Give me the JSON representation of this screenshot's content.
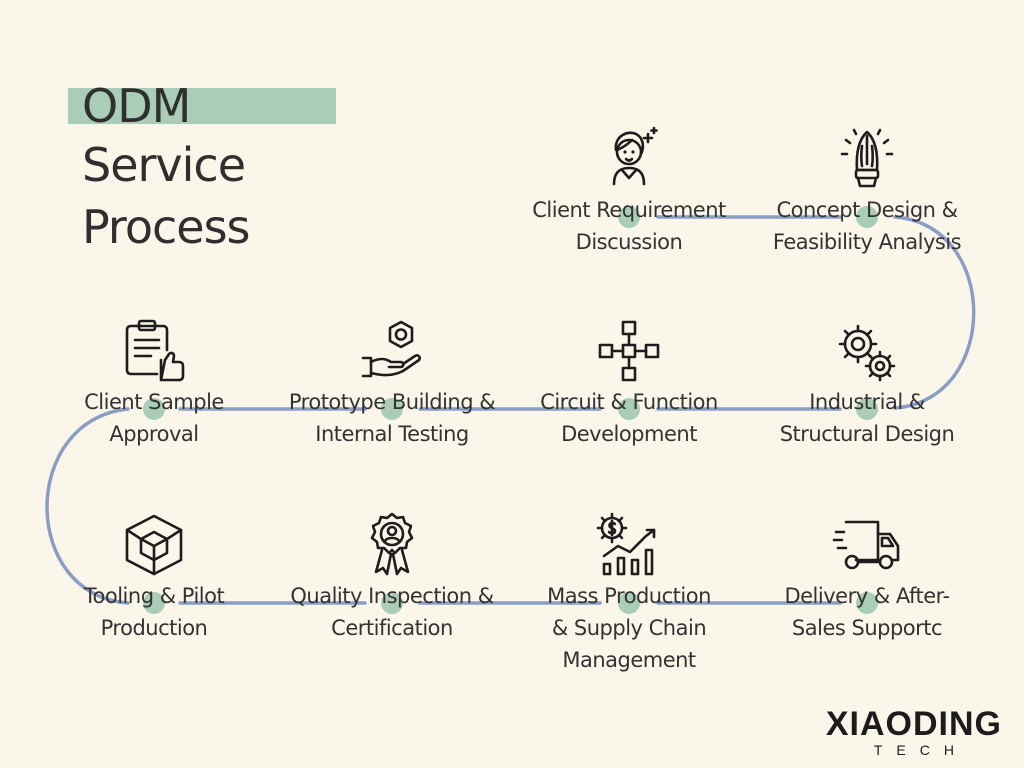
{
  "title": {
    "line1": "ODM",
    "line2": "Service",
    "line3": "Process"
  },
  "colors": {
    "accent": "#a9cdb6",
    "connector": "#8a9dc4",
    "background": "#fbf6ea",
    "text": "#333333"
  },
  "steps": [
    {
      "label": "Client Requirement\nDiscussion",
      "icon": "woman-person-icon"
    },
    {
      "label": "Concept Design &\nFeasibility Analysis",
      "icon": "pen-nib-idea-icon"
    },
    {
      "label": "Industrial &\nStructural Design",
      "icon": "gears-icon"
    },
    {
      "label": "Circuit & Function\nDevelopment",
      "icon": "circuit-nodes-icon"
    },
    {
      "label": "Prototype Building &\nInternal Testing",
      "icon": "hand-hex-nut-icon"
    },
    {
      "label": "Client Sample\nApproval",
      "icon": "clipboard-thumbs-up-icon"
    },
    {
      "label": "Tooling & Pilot\nProduction",
      "icon": "cube-icon"
    },
    {
      "label": "Quality Inspection &\nCertification",
      "icon": "award-badge-icon"
    },
    {
      "label": "Mass Production\n& Supply Chain\nManagement",
      "icon": "chart-gear-dollar-icon"
    },
    {
      "label": "Delivery & After-\nSales Supportc",
      "icon": "delivery-truck-icon"
    }
  ],
  "brand": {
    "name": "XIAODING",
    "sub": "TECH"
  }
}
